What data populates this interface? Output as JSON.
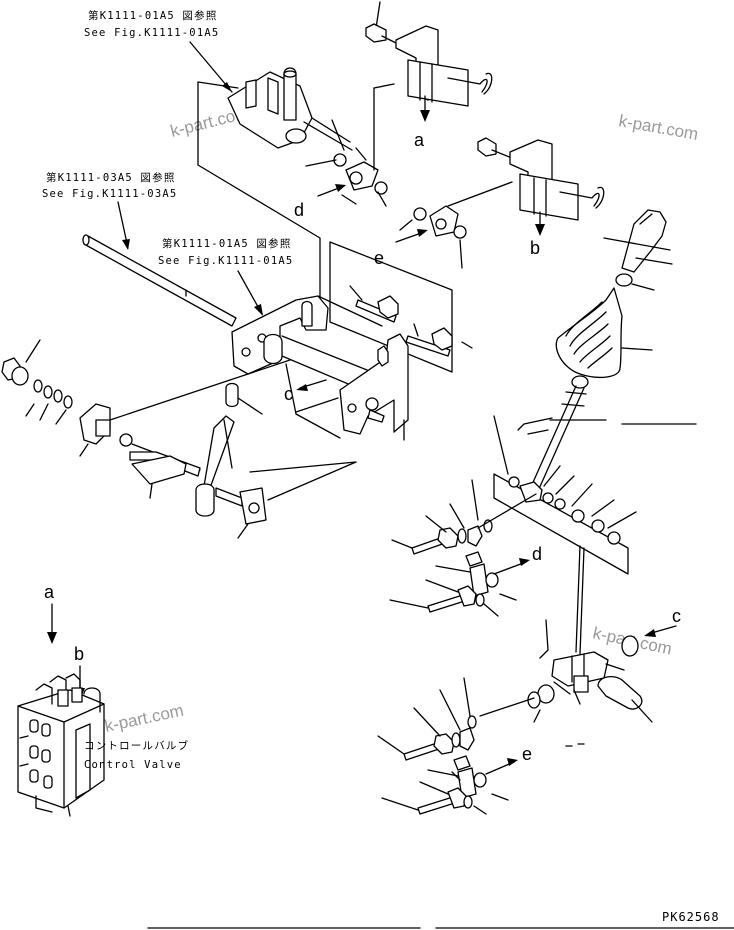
{
  "references": {
    "ref_top_jp": "第K1111-01A5 図参照",
    "ref_top_en": "See Fig.K1111-01A5",
    "ref_left_jp": "第K1111-03A5 図参照",
    "ref_left_en": "See Fig.K1111-03A5",
    "ref_mid_jp": "第K1111-01A5 図参照",
    "ref_mid_en": "See Fig.K1111-01A5"
  },
  "connection_letters": {
    "a_top": "a",
    "b_top": "b",
    "c_mid": "c",
    "d_left": "d",
    "e_mid": "e",
    "d_right": "d",
    "c_right": "c",
    "e_right": "e",
    "a_valve": "a",
    "b_valve": "b"
  },
  "control_valve": {
    "label_jp": "コントロールバルブ",
    "label_en": "Control Valve"
  },
  "watermarks": [
    "k-part.com",
    "k-part.com",
    "k-part.com",
    "k-part.com"
  ],
  "figure_code": "PK62568",
  "colors": {
    "line": "#000000",
    "watermark": "#9a9a9a",
    "background": "#ffffff"
  }
}
